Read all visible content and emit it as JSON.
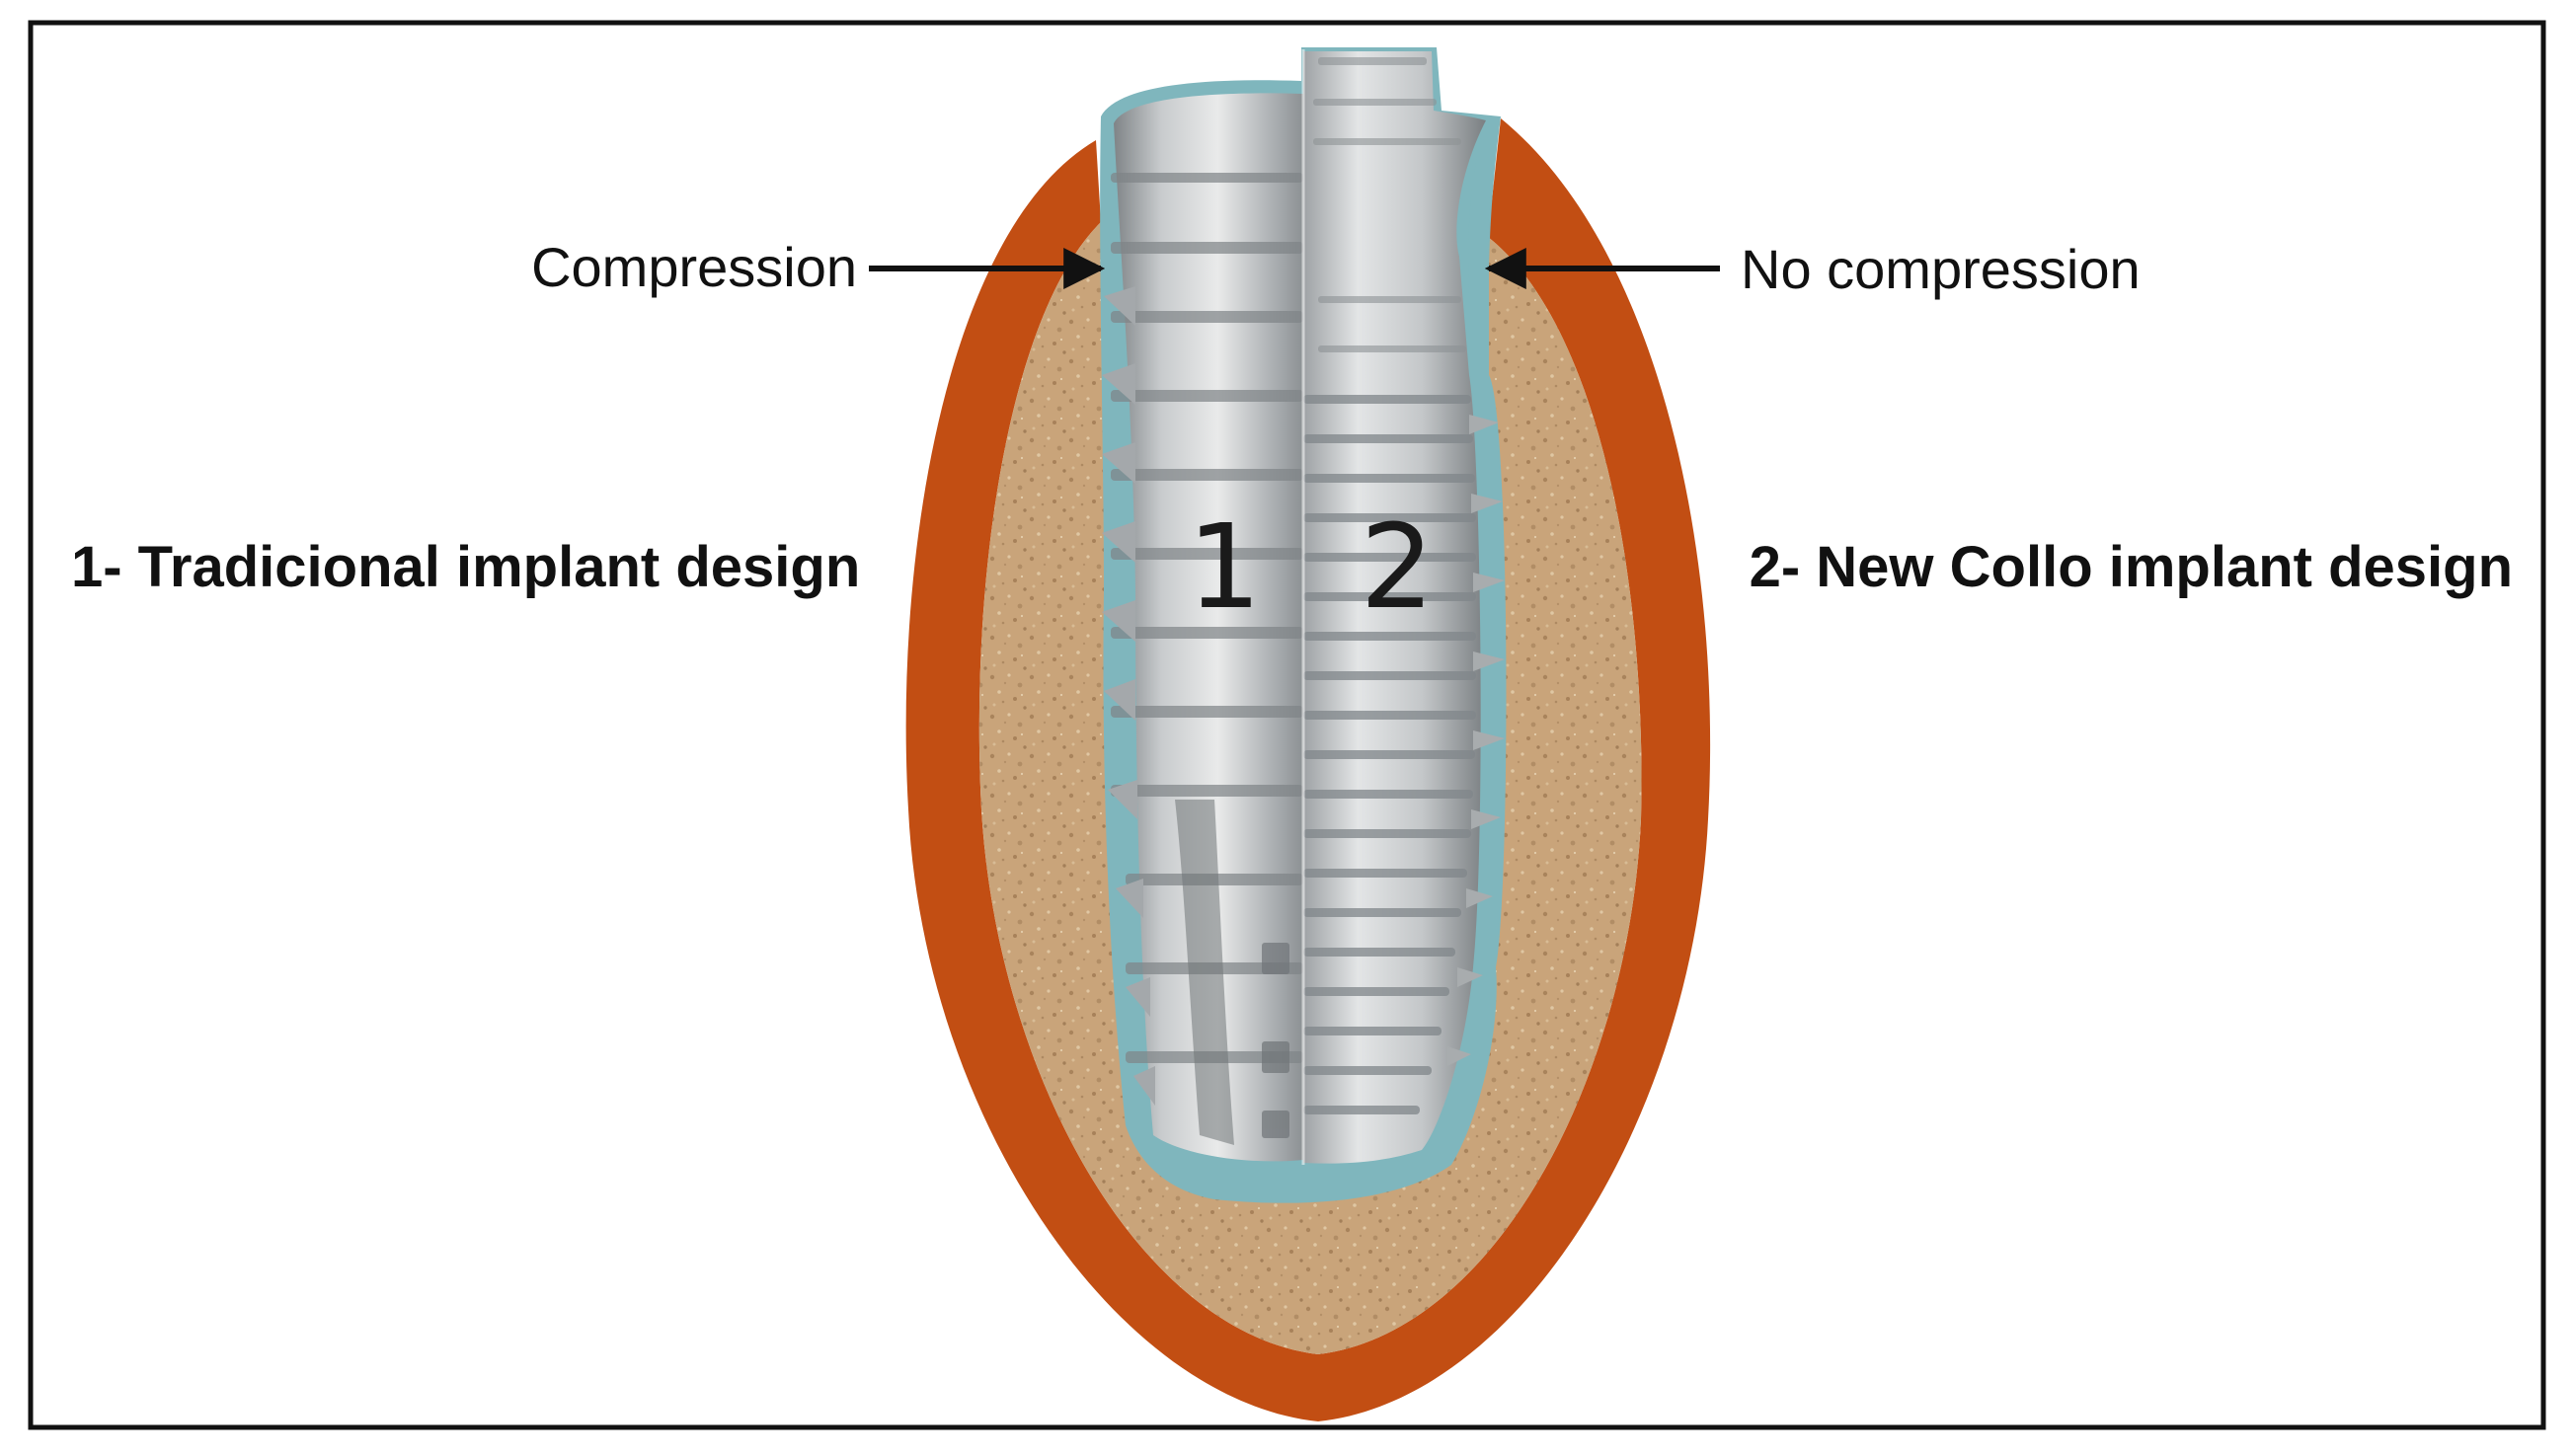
{
  "labels": {
    "compression": "Compression",
    "no_compression": "No compression",
    "traditional": "1- Tradicional implant design",
    "collo": "2- New Collo implant design",
    "side_1": "1",
    "side_2": "2"
  },
  "colors": {
    "frame": "#111111",
    "cortical_bone": "#c24e13",
    "cancellous_bone": "#c9a47a",
    "bone_speckle": "#8e6a44",
    "implant_metal": "#b9bcbe",
    "implant_highlight": "#e9eaea",
    "implant_shadow": "#7f8487",
    "tissue_halo": "#7fb6bd",
    "arrow": "#111111"
  },
  "icons": {
    "compression_arrow": "arrow-right-icon",
    "no_compression_arrow": "arrow-left-icon"
  }
}
